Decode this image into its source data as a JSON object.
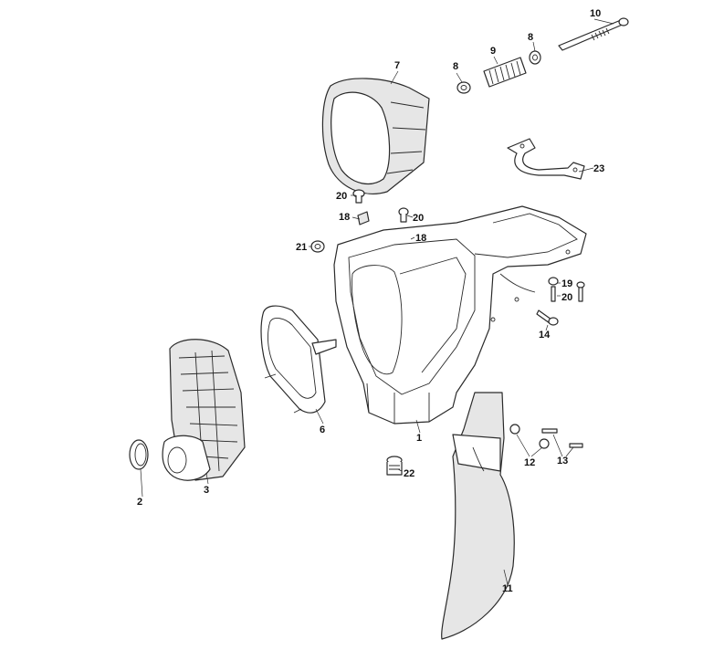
{
  "diagram": {
    "callouts": {
      "c1": "1",
      "c2": "2",
      "c3": "3",
      "c6": "6",
      "c7": "7",
      "c8a": "8",
      "c8b": "8",
      "c9": "9",
      "c10": "10",
      "c11": "11",
      "c12": "12",
      "c13": "13",
      "c14": "14",
      "c18a": "18",
      "c18b": "18",
      "c19": "19",
      "c20a": "20",
      "c20b": "20",
      "c20c": "20",
      "c21": "21",
      "c22": "22",
      "c23": "23"
    }
  }
}
